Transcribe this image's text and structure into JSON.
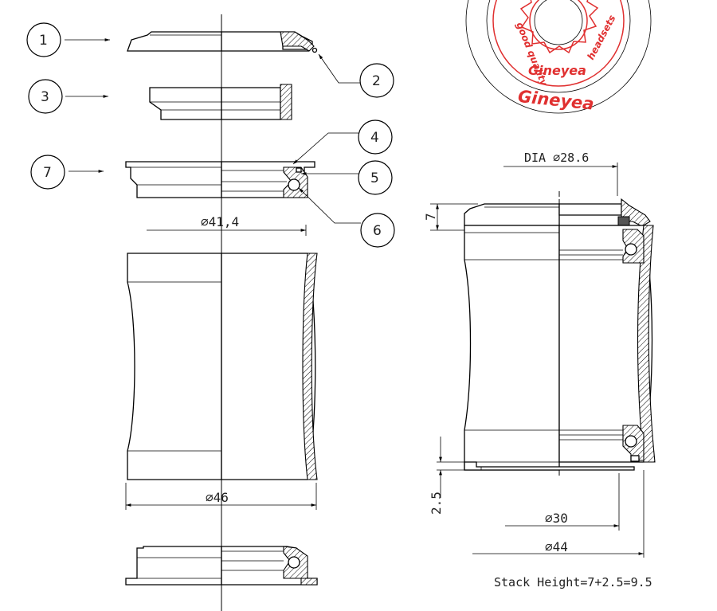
{
  "callouts": [
    "1",
    "2",
    "3",
    "4",
    "5",
    "6",
    "7"
  ],
  "dimensions": {
    "dia_top": "DIA ∅28.6",
    "inner_dia": "∅41,4",
    "cup_dia": "∅46",
    "height_7": "7",
    "height_2_5": "2.5",
    "dia_30": "∅30",
    "dia_44": "∅44"
  },
  "stack_height": "Stack Height=7+2.5=9.5",
  "logo": {
    "brand": "Gineyea",
    "ring_text_left": "good quality",
    "ring_text_right": "headsets"
  },
  "colors": {
    "line": "#000000",
    "logo_red": "#e03030"
  }
}
